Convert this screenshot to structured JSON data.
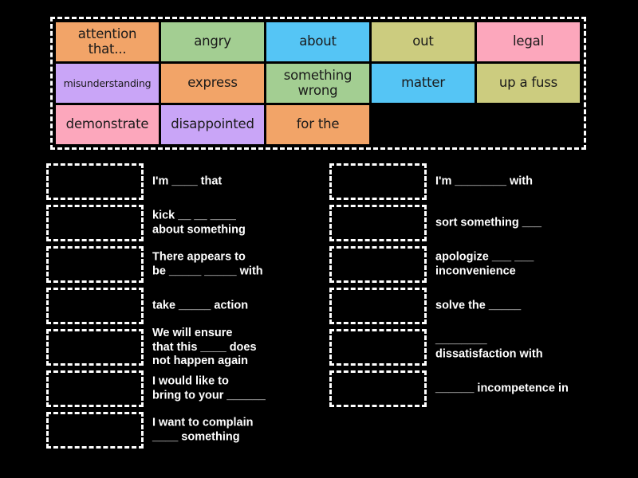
{
  "activity": {
    "type": "match-up-word-bank",
    "background_color": "#000000",
    "slot_border_color": "#ffffff",
    "prompt_text_color": "#ffffff"
  },
  "word_bank": {
    "tiles": [
      {
        "label": "attention that...",
        "color": "#F2A468",
        "size": "normal"
      },
      {
        "label": "angry",
        "color": "#A3CE92",
        "size": "normal"
      },
      {
        "label": "about",
        "color": "#55C5F5",
        "size": "normal"
      },
      {
        "label": "out",
        "color": "#CCCC7F",
        "size": "normal"
      },
      {
        "label": "legal",
        "color": "#FCA7BC",
        "size": "normal"
      },
      {
        "label": "misunderstanding",
        "color": "#C9A5F7",
        "size": "small"
      },
      {
        "label": "express",
        "color": "#F2A468",
        "size": "normal"
      },
      {
        "label": "something wrong",
        "color": "#A3CE92",
        "size": "normal"
      },
      {
        "label": "matter",
        "color": "#55C5F5",
        "size": "normal"
      },
      {
        "label": "up a fuss",
        "color": "#CCCC7F",
        "size": "normal"
      },
      {
        "label": "demonstrate",
        "color": "#FCA7BC",
        "size": "normal"
      },
      {
        "label": "disappointed",
        "color": "#C9A5F7",
        "size": "normal"
      },
      {
        "label": "for the",
        "color": "#F2A468",
        "size": "normal"
      }
    ]
  },
  "columns": {
    "left": {
      "rows": [
        {
          "prompt": "I'm ____ that"
        },
        {
          "prompt": "kick __ __ ____\nabout something"
        },
        {
          "prompt": "There appears to\nbe _____ _____ with"
        },
        {
          "prompt": "take _____ action"
        },
        {
          "prompt": "We will ensure\nthat this ____ does\nnot happen again"
        },
        {
          "prompt": "I would like to\nbring to your ______"
        },
        {
          "prompt": "I want to complain\n____ something"
        }
      ]
    },
    "right": {
      "rows": [
        {
          "prompt": "I'm ________ with"
        },
        {
          "prompt": "sort something ___"
        },
        {
          "prompt": "apologize ___ ___\ninconvenience"
        },
        {
          "prompt": "solve the _____"
        },
        {
          "prompt": "________\ndissatisfaction with"
        },
        {
          "prompt": "______ incompetence in"
        }
      ]
    }
  }
}
